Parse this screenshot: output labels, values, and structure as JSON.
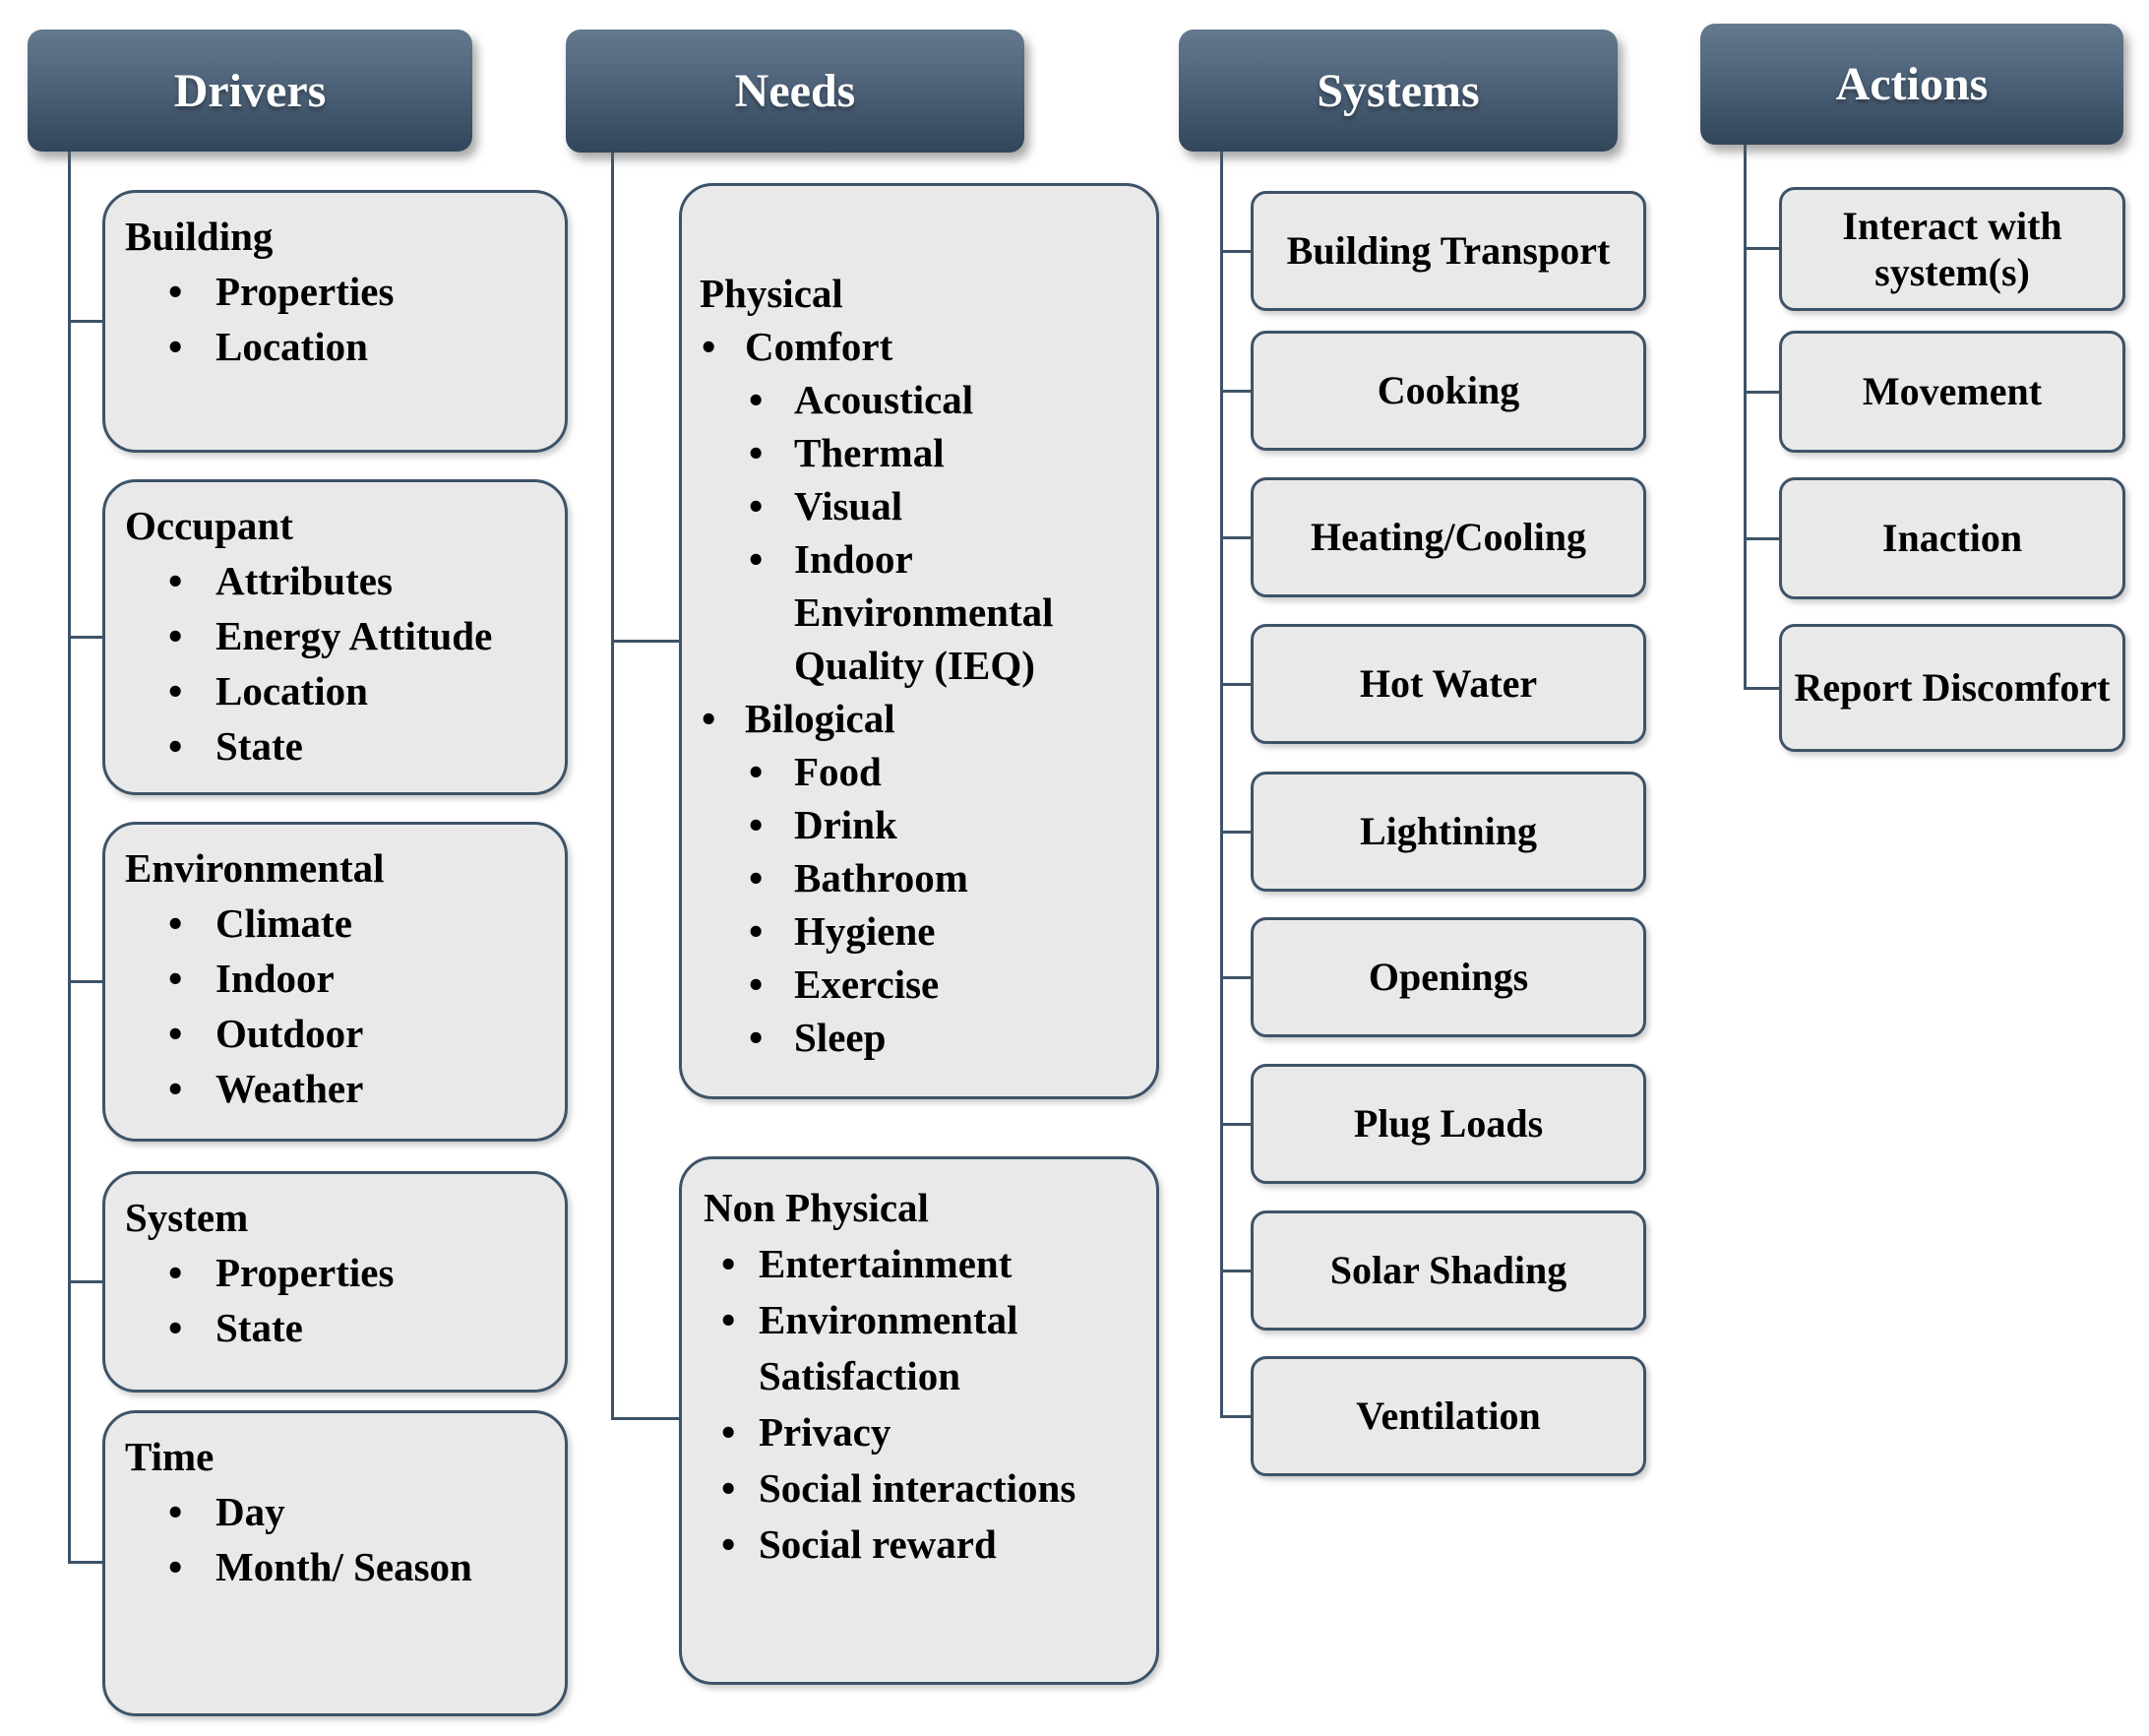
{
  "colors": {
    "header_gradient_top": "#64798d",
    "header_gradient_bottom": "#32465b",
    "header_text": "#ffffff",
    "box_fill": "#e9e9e9",
    "box_border": "#3e5368",
    "connector": "#3e5368",
    "body_text": "#000000",
    "background": "#ffffff"
  },
  "columns": [
    {
      "header": "Drivers",
      "boxes": [
        {
          "title": "Building",
          "items": [
            "Properties",
            "Location"
          ]
        },
        {
          "title": "Occupant",
          "items": [
            "Attributes",
            "Energy Attitude",
            "Location",
            "State"
          ]
        },
        {
          "title": "Environmental",
          "items": [
            "Climate",
            "Indoor",
            "Outdoor",
            "Weather"
          ]
        },
        {
          "title": "System",
          "items": [
            "Properties",
            "State"
          ]
        },
        {
          "title": "Time",
          "items": [
            "Day",
            "Month/ Season"
          ]
        }
      ]
    },
    {
      "header": "Needs",
      "boxes": [
        {
          "title": "Physical",
          "items": [
            "Comfort",
            "Acoustical",
            "Thermal",
            "Visual",
            "Indoor Environmental Quality (IEQ)",
            "Bilogical",
            "Food",
            "Drink",
            "Bathroom",
            "Hygiene",
            "Exercise",
            "Sleep"
          ]
        },
        {
          "title": "Non Physical",
          "items": [
            "Entertainment",
            "Environmental Satisfaction",
            "Privacy",
            "Social interactions",
            "Social reward"
          ]
        }
      ]
    },
    {
      "header": "Systems",
      "boxes": [
        {
          "title": "Building Transport"
        },
        {
          "title": "Cooking"
        },
        {
          "title": "Heating/Cooling"
        },
        {
          "title": "Hot Water"
        },
        {
          "title": "Lightining"
        },
        {
          "title": "Openings"
        },
        {
          "title": "Plug Loads"
        },
        {
          "title": "Solar Shading"
        },
        {
          "title": "Ventilation"
        }
      ]
    },
    {
      "header": "Actions",
      "boxes": [
        {
          "title": "Interact with system(s)"
        },
        {
          "title": "Movement"
        },
        {
          "title": "Inaction"
        },
        {
          "title": "Report Discomfort"
        }
      ]
    }
  ]
}
